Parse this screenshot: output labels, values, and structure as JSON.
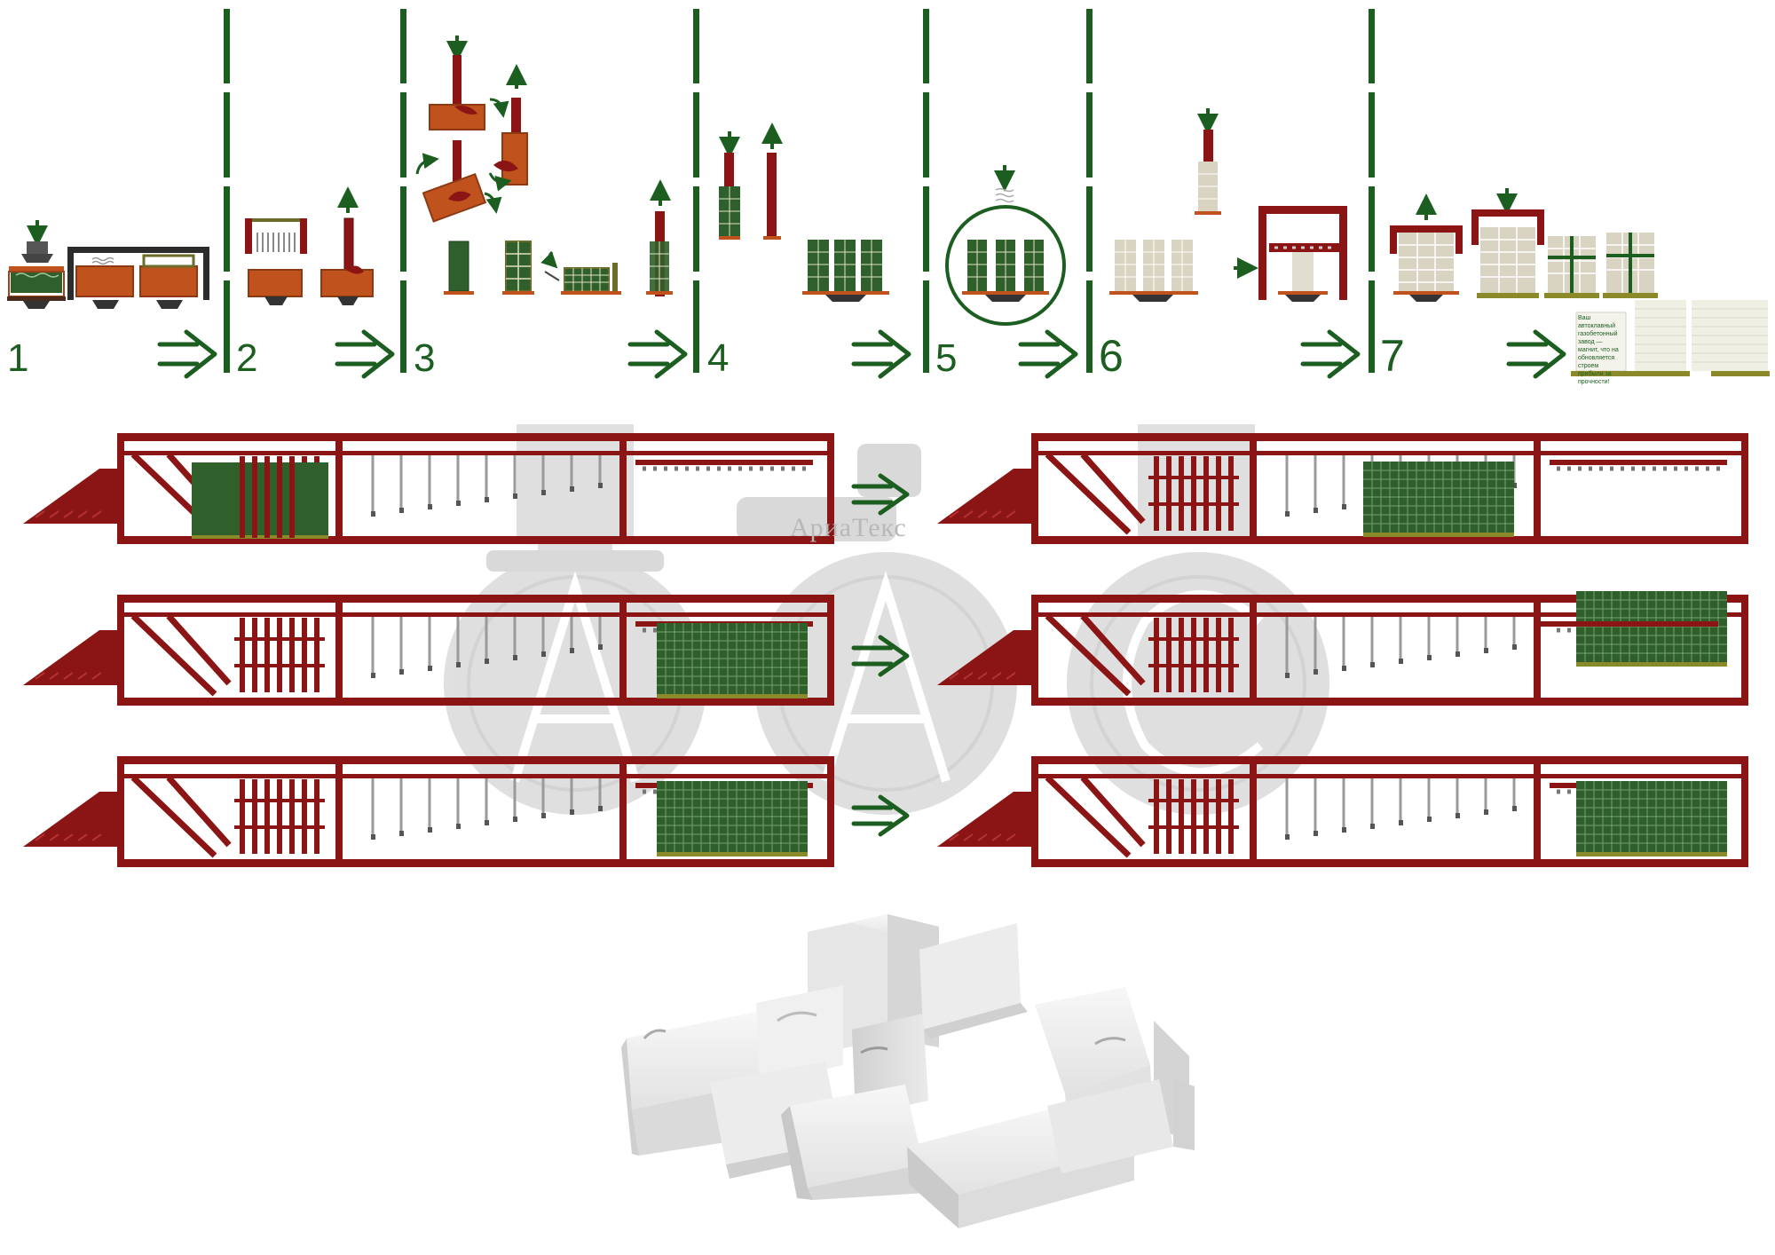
{
  "stages": [
    {
      "number": "1"
    },
    {
      "number": "2"
    },
    {
      "number": "3"
    },
    {
      "number": "4"
    },
    {
      "number": "5"
    },
    {
      "number": "6"
    },
    {
      "number": "7"
    }
  ],
  "watermark": {
    "brand": "АриаТекс"
  },
  "pallet_note": "Ваш автоклавный газобетонный завод — магнит, что на обновляется строем прибыли за прочности!",
  "colors": {
    "green": "#1b5e20",
    "red": "#8b1515",
    "rust": "#c0521e",
    "block": "#d9d4c2",
    "grey": "#bdbdbd"
  }
}
